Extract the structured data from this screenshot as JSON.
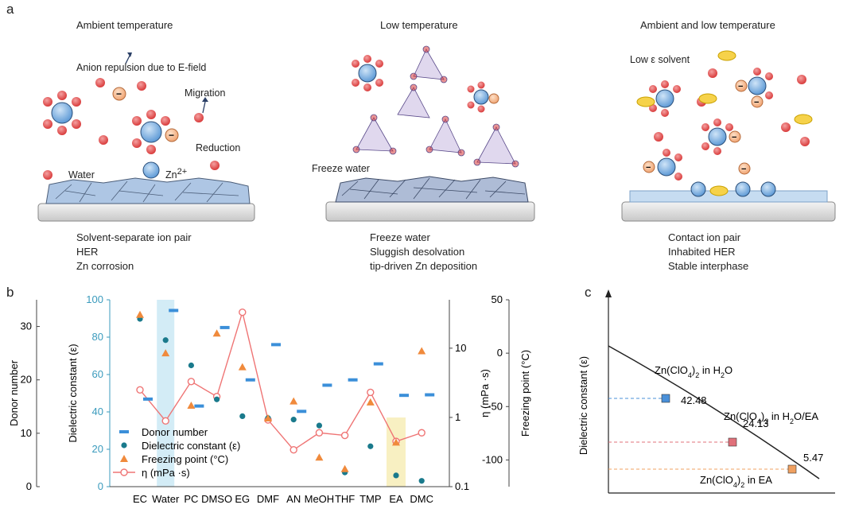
{
  "panel_a": {
    "letter": "a",
    "col1": {
      "title": "Ambient temperature",
      "anion_label": "Anion repulsion due to E-field",
      "migration_label": "Migration",
      "reduction_label": "Reduction",
      "water_label": "Water",
      "zn_label": "Zn",
      "zn_charge": "2+",
      "captions": [
        "Solvent-separate ion pair",
        "HER",
        "Zn corrosion"
      ]
    },
    "col2": {
      "title": "Low temperature",
      "freeze_label": "Freeze water",
      "captions": [
        "Freeze water",
        "Sluggish desolvation",
        "tip-driven Zn deposition"
      ]
    },
    "col3": {
      "title": "Ambient and low temperature",
      "solvent_label": "Low  ε solvent",
      "captions": [
        "Contact ion pair",
        "Inhabited HER",
        "Stable interphase"
      ]
    }
  },
  "panel_b": {
    "letter": "b",
    "ylabel_donor": "Donor number",
    "ylabel_dielectric": "Dielectric constant (ε)",
    "ylabel_viscosity": "η (mPa ·s)",
    "ylabel_freezing": "Freezing point (°C)",
    "donor_ticks": [
      "0",
      "10",
      "20",
      "30"
    ],
    "dielectric_ticks": [
      "0",
      "20",
      "40",
      "60",
      "80",
      "100"
    ],
    "viscosity_ticks": [
      "0.1",
      "1",
      "10"
    ],
    "freezing_ticks": [
      "50",
      "0",
      "-50",
      "-100"
    ],
    "legend": [
      "Donor number",
      "Dielectric constant (ε)",
      "Freezing point (°C)",
      "η (mPa ·s)"
    ],
    "colors": {
      "donor": "#3b8fd9",
      "dielectric": "#1a7a8c",
      "freezing": "#f08a3c",
      "viscosity": "#ef7575",
      "dielectric_axis": "#3b9bbd",
      "water_highlight": "#d3ecf6",
      "ea_highlight": "#f8f0c2"
    }
  },
  "chart_data": {
    "type": "scatter",
    "categories": [
      "EC",
      "Water",
      "PC",
      "DMSO",
      "EG",
      "DMF",
      "AN",
      "MeOH",
      "THF",
      "TMP",
      "EA",
      "DMC"
    ],
    "series": [
      {
        "name": "Donor number",
        "values": [
          16.4,
          33.0,
          15.1,
          29.8,
          20.0,
          26.6,
          14.1,
          19.0,
          20.0,
          23.0,
          17.1,
          17.2
        ]
      },
      {
        "name": "Dielectric constant (ε)",
        "values": [
          89.8,
          78.4,
          64.9,
          46.7,
          37.7,
          36.7,
          35.9,
          32.7,
          7.6,
          21.6,
          6.0,
          3.1
        ]
      },
      {
        "name": "Freezing point (°C)",
        "values": [
          36.0,
          0.0,
          -49.0,
          18.5,
          -13.0,
          -61.0,
          -45.0,
          -97.6,
          -108.4,
          -46.0,
          -83.6,
          2.0
        ]
      },
      {
        "name": "η (mPa ·s)",
        "values": [
          2.5,
          0.89,
          3.3,
          2.0,
          33.0,
          0.92,
          0.34,
          0.6,
          0.55,
          2.3,
          0.45,
          0.6
        ]
      }
    ],
    "ylim_donor": [
      0,
      35
    ],
    "ylim_dielectric": [
      0,
      100
    ],
    "ylim_viscosity": [
      0.1,
      50
    ],
    "viscosity_scale": "log",
    "ylim_freezing": [
      -125,
      50
    ],
    "legend_position": "bottom-left",
    "grid": false
  },
  "panel_c": {
    "letter": "c",
    "ylabel": "Dielectric constant (ε)",
    "points": [
      {
        "label_main": "Zn(ClO",
        "sub1": "4",
        "label_mid": ")",
        "sub2": "2",
        "label_tail": " in H",
        "sub3": "2",
        "label_end": "O",
        "value": "42.48",
        "color": "#4a90d9"
      },
      {
        "label_main": "Zn(ClO",
        "sub1": "4",
        "label_mid": ")",
        "sub2": "2",
        "label_tail": " in H",
        "sub3": "2",
        "label_end": "O/EA",
        "value": "24.13",
        "color": "#e0707a"
      },
      {
        "label_main": "Zn(ClO",
        "sub1": "4",
        "label_mid": ")",
        "sub2": "2",
        "label_tail": " in EA",
        "sub3": "",
        "label_end": "",
        "value": "5.47",
        "color": "#f0a060"
      }
    ]
  }
}
